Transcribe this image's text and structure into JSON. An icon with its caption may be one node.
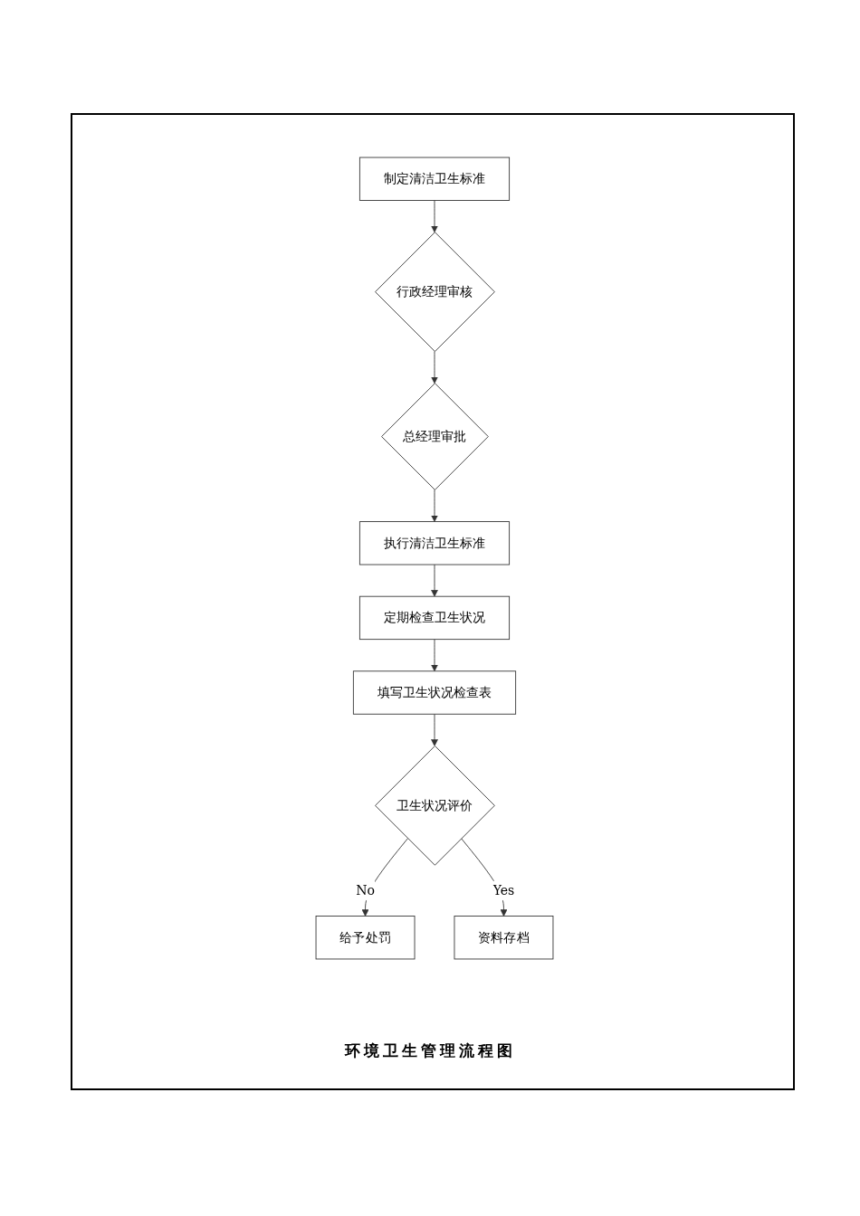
{
  "diagram": {
    "caption": "环境卫生管理流程图",
    "nodes": [
      {
        "text": [
          "制定清洁卫生标准"
        ]
      },
      {
        "text": [
          "行政经理审核"
        ]
      },
      {
        "text": [
          "总经理审批"
        ]
      },
      {
        "text": [
          "执行清洁卫生标准"
        ]
      },
      {
        "text": [
          "定期检查卫生状况"
        ]
      },
      {
        "text": [
          "填写卫生状况检查表"
        ]
      },
      {
        "text": [
          "卫生状况评价"
        ]
      },
      {
        "text": [
          "给予处罚"
        ]
      },
      {
        "text": [
          "资料存档"
        ]
      }
    ],
    "edges": [
      {
        "from": 0,
        "to": 1,
        "arrow": "to"
      },
      {
        "from": 1,
        "to": 2,
        "arrow": "to"
      },
      {
        "from": 2,
        "to": 3,
        "arrow": "to"
      },
      {
        "from": 3,
        "to": 4,
        "arrow": "to"
      },
      {
        "from": 4,
        "to": 5,
        "arrow": "to"
      },
      {
        "from": 5,
        "to": 6,
        "arrow": "to"
      },
      {
        "from": 6,
        "to": 7,
        "arrow": "to",
        "label": "No"
      },
      {
        "from": 6,
        "to": 8,
        "arrow": "to",
        "label": "Yes"
      }
    ]
  }
}
